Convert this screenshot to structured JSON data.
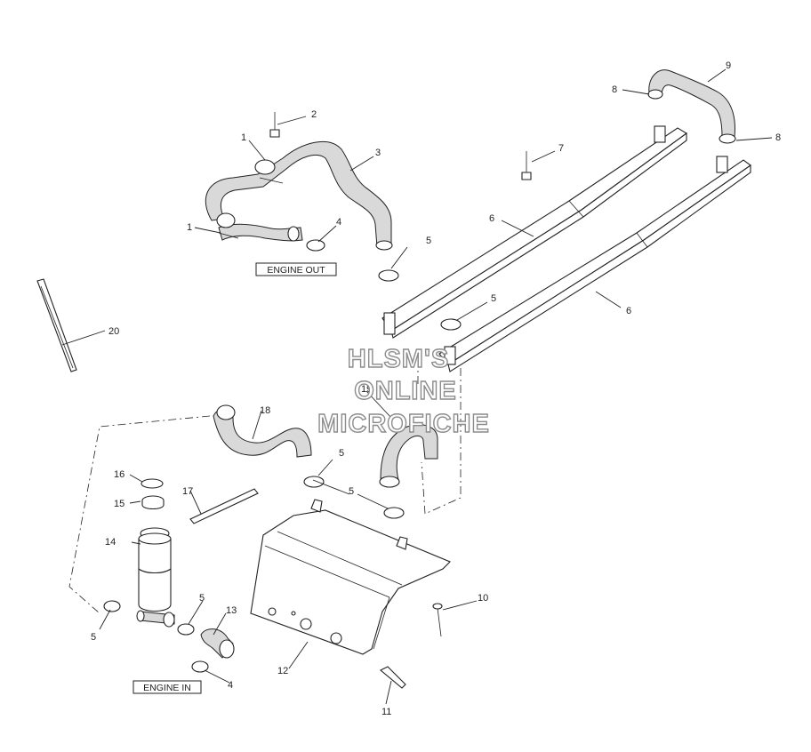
{
  "callouts": {
    "c1a": "1",
    "c1b": "1",
    "c2": "2",
    "c3": "3",
    "c4a": "4",
    "c4b": "4",
    "c5a": "5",
    "c5b": "5",
    "c5c": "5",
    "c5d": "5",
    "c5e": "5",
    "c5f": "5",
    "c6a": "6",
    "c6b": "6",
    "c7": "7",
    "c8a": "8",
    "c8b": "8",
    "c9": "9",
    "c10": "10",
    "c11": "11",
    "c12": "12",
    "c13": "13",
    "c14": "14",
    "c15": "15",
    "c16": "16",
    "c17": "17",
    "c18": "18",
    "c19": "19",
    "c20": "20"
  },
  "labels": {
    "engine_out": "ENGINE OUT",
    "engine_in": "ENGINE IN"
  },
  "watermark": {
    "line1": "HLSM'S",
    "line2": "ONLINE",
    "line3": "MICROFICHE"
  }
}
